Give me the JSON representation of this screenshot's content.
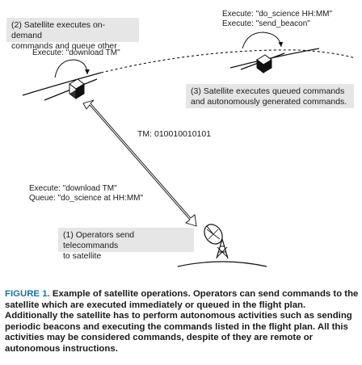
{
  "diagram": {
    "box_operators": {
      "line1": "(1) Operators send telecommands",
      "line2": "to satellite"
    },
    "box_on_demand": {
      "line1": "(2) Satellite executes on-demand",
      "line2": "commands and queue other"
    },
    "box_queued": {
      "line1": "(3) Satellite executes queued commands",
      "line2": "and autonomously generated commands."
    },
    "exec_left": "Execute: \"download TM\"",
    "exec_right": {
      "line1": "Execute: \"do_science HH:MM\"",
      "line2": "Execute: \"send_beacon\""
    },
    "tm_label": "TM: 010010010101",
    "uplink": {
      "line1": "Execute: \"download TM\"",
      "line2": "Queue: \"do_science at HH:MM\""
    }
  },
  "caption": {
    "label": "FIGURE 1.",
    "text": "Example of satellite operations. Operators can send commands to the satellite which are executed immediately or queued in the flight plan. Additionally the satellite has to perform autonomous activities such as sending periodic beacons and executing the commands listed in the flight plan. All this activities may be considered commands, despite of they are remote or autonomous instructions."
  },
  "colors": {
    "figure_label": "#1f6fa8",
    "box_fill": "#e6e6e6"
  },
  "icons": [
    "satellite-left-icon",
    "satellite-right-icon",
    "ground-antenna-icon",
    "rotation-arrow-icons"
  ]
}
